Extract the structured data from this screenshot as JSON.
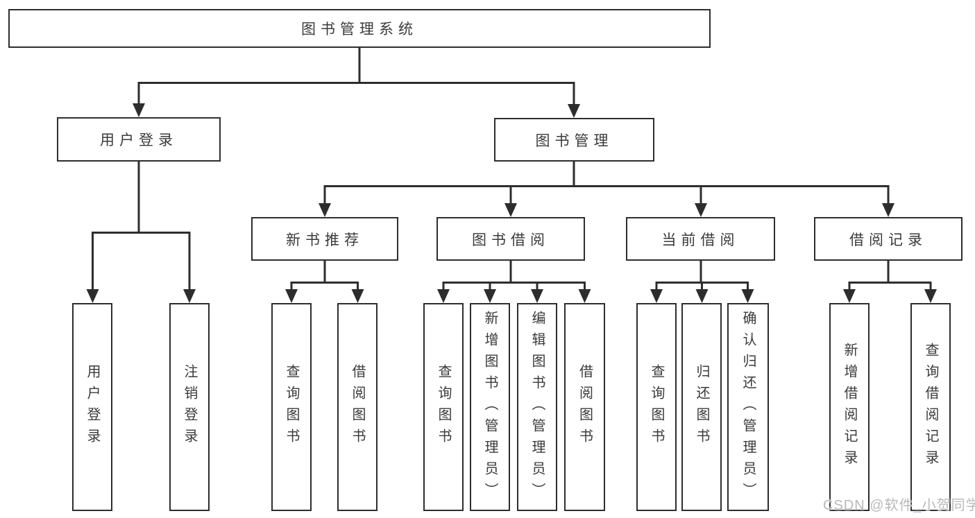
{
  "colors": {
    "background": "#ffffff",
    "line": "#2d2d2d",
    "box_border": "#2d2d2d",
    "box_fill": "#ffffff",
    "text": "#3a3a3a",
    "watermark_text": "#b9b9b9"
  },
  "diagram": {
    "type": "tree",
    "root": {
      "label": "图书管理系统"
    },
    "branches": [
      {
        "label": "用户登录",
        "children": [
          {
            "label": "用户登录"
          },
          {
            "label": "注销登录"
          }
        ]
      },
      {
        "label": "图书管理",
        "children": [
          {
            "label": "新书推荐",
            "children": [
              {
                "label": "查询图书"
              },
              {
                "label": "借阅图书"
              }
            ]
          },
          {
            "label": "图书借阅",
            "children": [
              {
                "label": "查询图书"
              },
              {
                "label": "新增图书（管理员）"
              },
              {
                "label": "编辑图书（管理员）"
              },
              {
                "label": "借阅图书"
              }
            ]
          },
          {
            "label": "当前借阅",
            "children": [
              {
                "label": "查询图书"
              },
              {
                "label": "归还图书"
              },
              {
                "label": "确认归还（管理员）"
              }
            ]
          },
          {
            "label": "借阅记录",
            "children": [
              {
                "label": "新增借阅记录"
              },
              {
                "label": "查询借阅记录"
              }
            ]
          }
        ]
      }
    ]
  },
  "watermark": {
    "text": "CSDN @软件_小贺同学"
  }
}
